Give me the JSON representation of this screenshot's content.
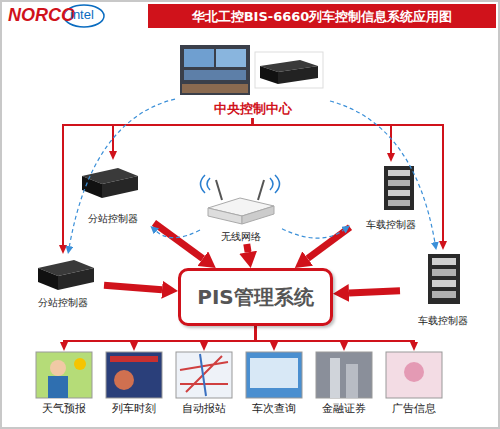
{
  "diagram": {
    "title": "华北工控BIS-6660列车控制信息系统应用图",
    "nodes": [
      {
        "text": [
          "中央控制中心"
        ]
      },
      {
        "text": [
          "分站控制器"
        ]
      },
      {
        "text": [
          "无线网络"
        ]
      },
      {
        "text": [
          "车载控制器"
        ]
      },
      {
        "text": [
          "分站控制器"
        ]
      },
      {
        "text": [
          "PIS管理系统"
        ]
      },
      {
        "text": [
          "车载控制器"
        ]
      },
      {
        "text": [
          "天气预报"
        ]
      },
      {
        "text": [
          "列车时刻"
        ]
      },
      {
        "text": [
          "自动报站"
        ]
      },
      {
        "text": [
          "车次查询"
        ]
      },
      {
        "text": [
          "金融证券"
        ]
      },
      {
        "text": [
          "广告信息"
        ]
      }
    ],
    "edges": [
      {
        "from": 0,
        "to": 1,
        "arrow": "to"
      },
      {
        "from": 0,
        "to": 3,
        "arrow": "to"
      },
      {
        "from": 0,
        "to": 4,
        "arrow": "to"
      },
      {
        "from": 0,
        "to": 6,
        "arrow": "to"
      },
      {
        "from": 1,
        "to": 5,
        "arrow": "to"
      },
      {
        "from": 2,
        "to": 5,
        "arrow": "to"
      },
      {
        "from": 3,
        "to": 5,
        "arrow": "to"
      },
      {
        "from": 4,
        "to": 5,
        "arrow": "to"
      },
      {
        "from": 6,
        "to": 5,
        "arrow": "to"
      },
      {
        "from": 2,
        "to": 1,
        "arrow": "to"
      },
      {
        "from": 2,
        "to": 3,
        "arrow": "to"
      },
      {
        "from": 0,
        "to": 4,
        "arrow": "to"
      },
      {
        "from": 0,
        "to": 6,
        "arrow": "to"
      },
      {
        "from": 5,
        "to": 7,
        "arrow": "to"
      },
      {
        "from": 5,
        "to": 8,
        "arrow": "to"
      },
      {
        "from": 5,
        "to": 9,
        "arrow": "to"
      },
      {
        "from": 5,
        "to": 10,
        "arrow": "to"
      },
      {
        "from": 5,
        "to": 11,
        "arrow": "to"
      },
      {
        "from": 5,
        "to": 12,
        "arrow": "to"
      }
    ],
    "labels": [
      "NORCO",
      "intel"
    ]
  }
}
